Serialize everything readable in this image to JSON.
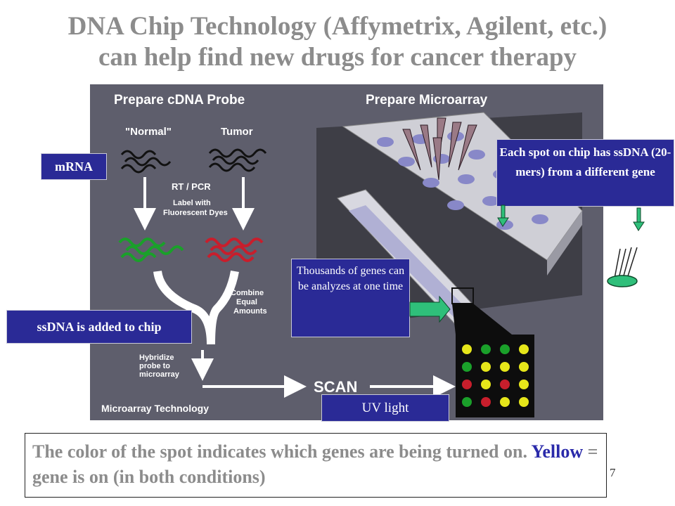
{
  "slide": {
    "title_line1": "DNA Chip Technology (Affymetrix, Agilent, etc.)",
    "title_line2": "can help find new drugs for cancer therapy",
    "slide_number": "7"
  },
  "figure": {
    "header_left": "Prepare cDNA Probe",
    "header_right": "Prepare Microarray",
    "normal_label": "\"Normal\"",
    "tumor_label": "Tumor",
    "rt_pcr": "RT / PCR",
    "label_dyes_line1": "Label with",
    "label_dyes_line2": "Fluorescent Dyes",
    "combine_line1": "Combine",
    "combine_line2": "Equal",
    "combine_line3": "Amounts",
    "hybridize_line1": "Hybridize",
    "hybridize_line2": "probe to",
    "hybridize_line3": "microarray",
    "scan": "SCAN",
    "footer": "Microarray Technology"
  },
  "callouts": {
    "mrna": "mRNA",
    "ssdna_added": "ssDNA is added to chip",
    "spot": "Each spot on chip has ssDNA (20-mers) from a different gene",
    "thousands": "Thousands of genes can be analyzes at one time",
    "uv_light": "UV light"
  },
  "caption": {
    "part1": "The color of the spot indicates which genes are being turned on.  ",
    "highlight": "Yellow",
    "part2": " = gene is on (in both conditions)"
  },
  "colors": {
    "title_gray": "#8c8c8c",
    "callout_blue": "#2a2a96",
    "arrow_green": "#2fbf7a",
    "normal_green": "#1aa02a",
    "tumor_red": "#c81e2c",
    "spot_yellow": "#e6e61a"
  },
  "spot_grid": [
    [
      "yellow",
      "green",
      "green",
      "yellow"
    ],
    [
      "green",
      "yellow",
      "yellow",
      "yellow"
    ],
    [
      "red",
      "yellow",
      "red",
      "yellow"
    ],
    [
      "green",
      "red",
      "yellow",
      "yellow"
    ]
  ]
}
